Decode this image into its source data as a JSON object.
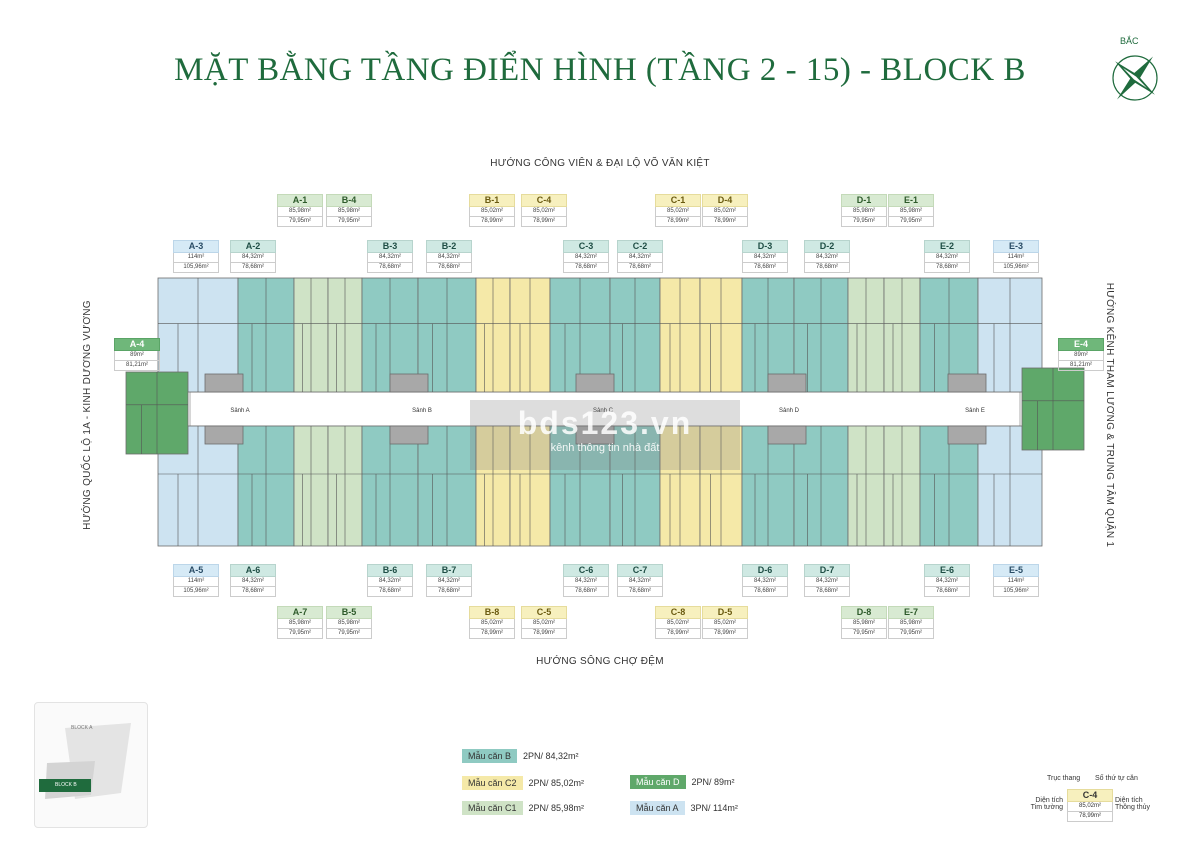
{
  "title": "MẶT BẰNG TẦNG ĐIỂN HÌNH (TẦNG 2 - 15) - BLOCK B",
  "north_label": "BẮC",
  "directions": {
    "top": "HƯỚNG CÔNG VIÊN & ĐẠI LỘ VÕ VĂN KIỆT",
    "bottom": "HƯỚNG SÔNG CHỢ ĐỆM",
    "left": "HƯỚNG QUỐC LỘ 1A - KINH DƯƠNG VƯƠNG",
    "right": "HƯỚNG KÊNH THAM LƯƠNG & TRUNG TÂM QUẬN 1"
  },
  "lobbies": [
    "Sảnh A",
    "Sảnh B",
    "Sảnh C",
    "Sảnh D",
    "Sảnh E"
  ],
  "colors": {
    "teal": "#8fcac2",
    "sage": "#cfe3c6",
    "yellow": "#f5e9a8",
    "green": "#5fa86a",
    "blue": "#cde3f1",
    "core": "#9a9a9a",
    "brand": "#1f6b3d"
  },
  "units_top": [
    {
      "code": "A-1",
      "a1": "85,98m²",
      "a2": "79,95m²",
      "t": "c1"
    },
    {
      "code": "B-4",
      "a1": "85,98m²",
      "a2": "79,95m²",
      "t": "c1"
    },
    {
      "code": "B-1",
      "a1": "85,02m²",
      "a2": "78,99m²",
      "t": "c2"
    },
    {
      "code": "C-4",
      "a1": "85,02m²",
      "a2": "78,99m²",
      "t": "c2"
    },
    {
      "code": "C-1",
      "a1": "85,02m²",
      "a2": "78,99m²",
      "t": "c2"
    },
    {
      "code": "D-4",
      "a1": "85,02m²",
      "a2": "78,99m²",
      "t": "c2"
    },
    {
      "code": "D-1",
      "a1": "85,98m²",
      "a2": "79,95m²",
      "t": "c1"
    },
    {
      "code": "E-1",
      "a1": "85,98m²",
      "a2": "79,95m²",
      "t": "c1"
    }
  ],
  "units_upper": [
    {
      "code": "A-3",
      "a1": "114m²",
      "a2": "105,96m²",
      "t": "a"
    },
    {
      "code": "A-2",
      "a1": "84,32m²",
      "a2": "78,68m²",
      "t": "b"
    },
    {
      "code": "B-3",
      "a1": "84,32m²",
      "a2": "78,68m²",
      "t": "b"
    },
    {
      "code": "B-2",
      "a1": "84,32m²",
      "a2": "78,68m²",
      "t": "b"
    },
    {
      "code": "C-3",
      "a1": "84,32m²",
      "a2": "78,68m²",
      "t": "b"
    },
    {
      "code": "C-2",
      "a1": "84,32m²",
      "a2": "78,68m²",
      "t": "b"
    },
    {
      "code": "D-3",
      "a1": "84,32m²",
      "a2": "78,68m²",
      "t": "b"
    },
    {
      "code": "D-2",
      "a1": "84,32m²",
      "a2": "78,68m²",
      "t": "b"
    },
    {
      "code": "E-2",
      "a1": "84,32m²",
      "a2": "78,68m²",
      "t": "b"
    },
    {
      "code": "E-3",
      "a1": "114m²",
      "a2": "105,96m²",
      "t": "a"
    }
  ],
  "units_side": [
    {
      "code": "A-4",
      "a1": "89m²",
      "a2": "81,21m²",
      "t": "d"
    },
    {
      "code": "E-4",
      "a1": "89m²",
      "a2": "81,21m²",
      "t": "d"
    }
  ],
  "units_lower": [
    {
      "code": "A-5",
      "a1": "114m²",
      "a2": "105,96m²",
      "t": "a"
    },
    {
      "code": "A-6",
      "a1": "84,32m²",
      "a2": "78,68m²",
      "t": "b"
    },
    {
      "code": "B-6",
      "a1": "84,32m²",
      "a2": "78,68m²",
      "t": "b"
    },
    {
      "code": "B-7",
      "a1": "84,32m²",
      "a2": "78,68m²",
      "t": "b"
    },
    {
      "code": "C-6",
      "a1": "84,32m²",
      "a2": "78,68m²",
      "t": "b"
    },
    {
      "code": "C-7",
      "a1": "84,32m²",
      "a2": "78,68m²",
      "t": "b"
    },
    {
      "code": "D-6",
      "a1": "84,32m²",
      "a2": "78,68m²",
      "t": "b"
    },
    {
      "code": "D-7",
      "a1": "84,32m²",
      "a2": "78,68m²",
      "t": "b"
    },
    {
      "code": "E-6",
      "a1": "84,32m²",
      "a2": "78,68m²",
      "t": "b"
    },
    {
      "code": "E-5",
      "a1": "114m²",
      "a2": "105,96m²",
      "t": "a"
    }
  ],
  "units_bottom": [
    {
      "code": "A-7",
      "a1": "85,98m²",
      "a2": "79,95m²",
      "t": "c1"
    },
    {
      "code": "B-5",
      "a1": "85,98m²",
      "a2": "79,95m²",
      "t": "c1"
    },
    {
      "code": "B-8",
      "a1": "85,02m²",
      "a2": "78,99m²",
      "t": "c2"
    },
    {
      "code": "C-5",
      "a1": "85,02m²",
      "a2": "78,99m²",
      "t": "c2"
    },
    {
      "code": "C-8",
      "a1": "85,02m²",
      "a2": "78,99m²",
      "t": "c2"
    },
    {
      "code": "D-5",
      "a1": "85,02m²",
      "a2": "78,99m²",
      "t": "c2"
    },
    {
      "code": "D-8",
      "a1": "85,98m²",
      "a2": "79,95m²",
      "t": "c1"
    },
    {
      "code": "E-7",
      "a1": "85,98m²",
      "a2": "79,95m²",
      "t": "c1"
    }
  ],
  "legend": [
    {
      "name": "Mẫu căn B",
      "desc": "2PN/ 84,32m²",
      "color": "#8fcac2"
    },
    {
      "name": "Mẫu căn C2",
      "desc": "2PN/ 85,02m²",
      "color": "#f5e9a8"
    },
    {
      "name": "Mẫu căn C1",
      "desc": "2PN/ 85,98m²",
      "color": "#cfe3c6"
    },
    {
      "name": "Mẫu căn D",
      "desc": "2PN/ 89m²",
      "color": "#5fa86a"
    },
    {
      "name": "Mẫu căn A",
      "desc": "3PN/ 114m²",
      "color": "#cde3f1"
    }
  ],
  "key": {
    "truc_thang": "Trục thang",
    "so_thu_tu": "Số thứ tự căn",
    "dien_tich_tim_tuong": "Diện tích Tim tường",
    "dien_tich_thong_thuy": "Diện tích Thông thủy",
    "sample_code": "C-4",
    "sample_a1": "85,02m²",
    "sample_a2": "78,99m²"
  },
  "minimap": {
    "block_a": "BLOCK A",
    "block_b": "BLOCK B"
  },
  "watermark": {
    "main": "bds123.vn",
    "sub": "kênh thông tin nhà đất"
  }
}
